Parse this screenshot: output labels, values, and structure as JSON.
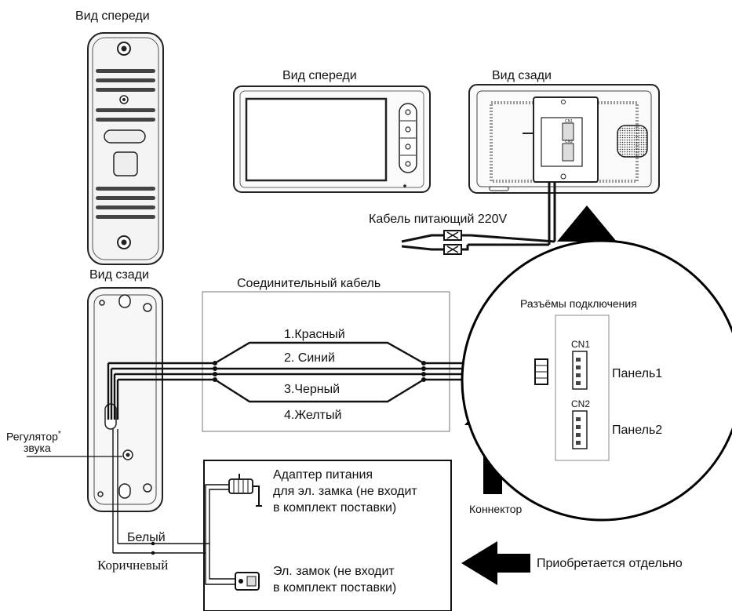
{
  "labels": {
    "panel_front": "Вид спереди",
    "panel_back": "Вид сзади",
    "monitor_front": "Вид спереди",
    "monitor_back": "Вид сзади",
    "power_cable": "Кабель питающий 220V",
    "connecting_cable": "Соединительный кабель",
    "connectors_title": "Разъёмы подключения",
    "cn1": "CN1",
    "cn2": "CN2",
    "panel1": "Панель1",
    "panel2": "Панель2",
    "connector": "Коннектор",
    "volume_line1": "Регулятор",
    "volume_star": "*",
    "volume_line2": "звука",
    "white": "Белый",
    "brown": "Коричневый",
    "adapter_line1": "Адаптер питания",
    "adapter_line2": "для эл. замка (не входит",
    "adapter_line3": "в комплект поставки)",
    "lock_line1": "Эл. замок (не входит",
    "lock_line2": "в комплект поставки)",
    "purchased_separately": "Приобретается отдельно"
  },
  "wires": [
    {
      "label": "1.Красный",
      "color": "red"
    },
    {
      "label": "2. Синий",
      "color": "blue"
    },
    {
      "label": "3.Черный",
      "color": "black"
    },
    {
      "label": "4.Желтый",
      "color": "yellow"
    }
  ]
}
